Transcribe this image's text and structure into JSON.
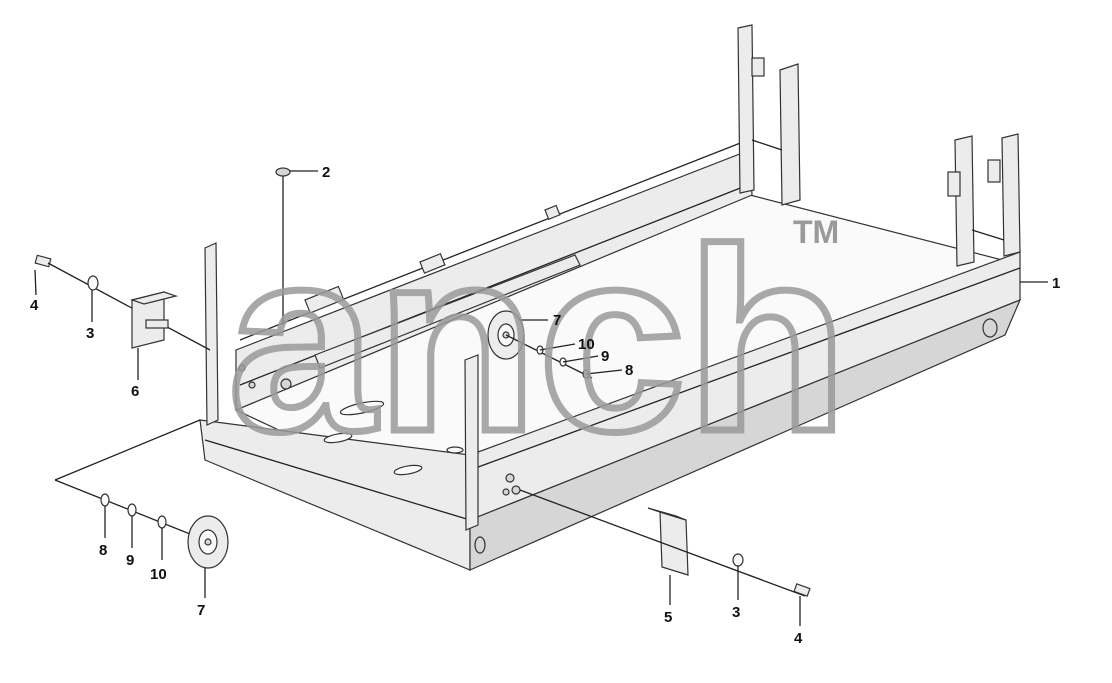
{
  "watermark": {
    "text": "anch",
    "tm": "TM"
  },
  "callouts": [
    {
      "id": "c1",
      "text": "1"
    },
    {
      "id": "c2",
      "text": "2"
    },
    {
      "id": "c4a",
      "text": "4"
    },
    {
      "id": "c3a",
      "text": "3"
    },
    {
      "id": "c6",
      "text": "6"
    },
    {
      "id": "c7a",
      "text": "7"
    },
    {
      "id": "c10a",
      "text": "10"
    },
    {
      "id": "c9a",
      "text": "9"
    },
    {
      "id": "c8a",
      "text": "8"
    },
    {
      "id": "c8b",
      "text": "8"
    },
    {
      "id": "c9b",
      "text": "9"
    },
    {
      "id": "c10b",
      "text": "10"
    },
    {
      "id": "c7b",
      "text": "7"
    },
    {
      "id": "c5",
      "text": "5"
    },
    {
      "id": "c3b",
      "text": "3"
    },
    {
      "id": "c4b",
      "text": "4"
    }
  ]
}
